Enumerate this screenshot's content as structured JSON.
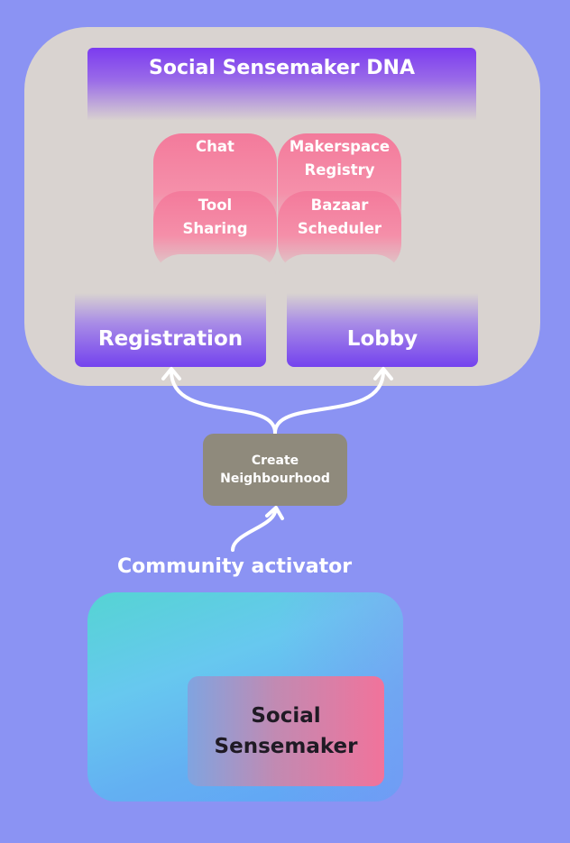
{
  "dna": {
    "title": "Social Sensemaker DNA",
    "modules": [
      {
        "line1": "Chat",
        "line2": ""
      },
      {
        "line1": "Makerspace",
        "line2": "Registry"
      },
      {
        "line1": "Tool",
        "line2": "Sharing"
      },
      {
        "line1": "Bazaar",
        "line2": "Scheduler"
      }
    ],
    "bases": [
      {
        "label": "Registration"
      },
      {
        "label": "Lobby"
      }
    ]
  },
  "process": {
    "create_line1": "Create",
    "create_line2": "Neighbourhood"
  },
  "actor": {
    "label": "Community activator"
  },
  "app": {
    "line1": "Social",
    "line2": "Sensemaker"
  },
  "colors": {
    "background": "#8b93f3",
    "dna_panel": "#d9d3d0",
    "purple": "#7442ee",
    "pink": "#f37a9b",
    "create_box": "#8f8a7c"
  }
}
